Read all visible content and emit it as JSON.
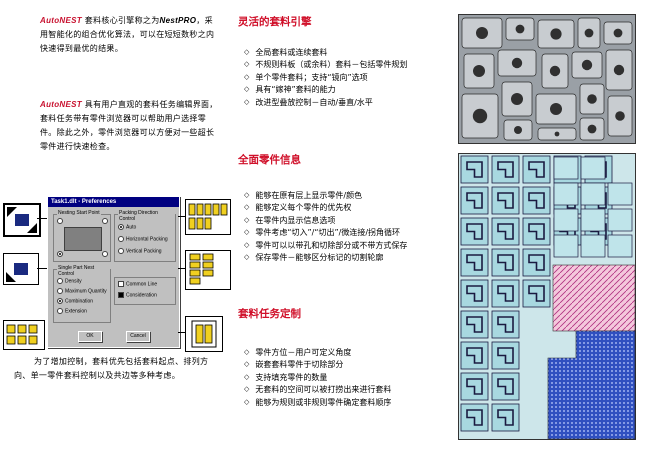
{
  "intro": {
    "p1": {
      "brand": "AutoNEST",
      "t1": "套料核心引擎称之为",
      "brand2": "NestPRO",
      "t2": "，采用智能化的组合优化算法，可以在短短数秒之内快速得到最优的结果。"
    },
    "p2": {
      "brand": "AutoNEST",
      "text": "具有用户直观的套料任务编辑界面，套料任务带有零件浏览器可以帮助用户选择零件。除此之外，零件浏览器可以方便对一些超长零件进行快速检查。"
    },
    "p3": "为了增加控制，套料优先包括套料起点、排列方向、单一零件套料控制以及共边等多种考虑。"
  },
  "sections": [
    {
      "title": "灵活的套料引擎",
      "items": [
        "全局套料或连续套料",
        "不规则料板（或余料）套料－包括零件规划",
        "单个零件套料；支持“镜向”选项",
        "具有“嫁神”套料的能力",
        "改进型叠放控制－自动/垂直/水平"
      ]
    },
    {
      "title": "全面零件信息",
      "items": [
        "能够在原有层上显示零件/颜色",
        "能够定义每个零件的优先权",
        "在零件内显示信息选项",
        "零件考虑“切入”/“切出”/微连接/拐角循环",
        "零件可以以带孔和切除部分或不带方式保存",
        "保存零件－能够区分标记的切割轮廓"
      ]
    },
    {
      "title": "套料任务定制",
      "items": [
        "零件方位－用户可定义角度",
        "嵌套套料零件于切除部分",
        "支持填充零件的数量",
        "无套料的空间可以被打捞出来进行套料",
        "能够为规则或非规则零件确定套料顺序"
      ]
    }
  ],
  "dialog": {
    "title": "Task1.dlt - Preferences",
    "nest_start_label": "Nesting Start Point",
    "packing_label": "Packing Direction Control",
    "packing_options": [
      "Auto",
      "Horizontal Packing",
      "Vertical Packing"
    ],
    "packing_selected": 0,
    "single_label": "Single Part Nest Control",
    "single_options": [
      "Density",
      "Maximum Quantity",
      "Combination",
      "Extension"
    ],
    "single_selected": 2,
    "common_line_label": "Common Line",
    "consideration_label": "Consideration",
    "ok_label": "OK",
    "cancel_label": "Cancel"
  },
  "colors": {
    "title_red": "#d0102a",
    "sheet_bg": "#9aa0a6",
    "part_fill": "#a8d8e0",
    "part_line": "#1a1a40",
    "hatch_pink": "#e8a0c8",
    "hatch_blue": "#3050c0",
    "part_yellow": "#f0d020"
  }
}
